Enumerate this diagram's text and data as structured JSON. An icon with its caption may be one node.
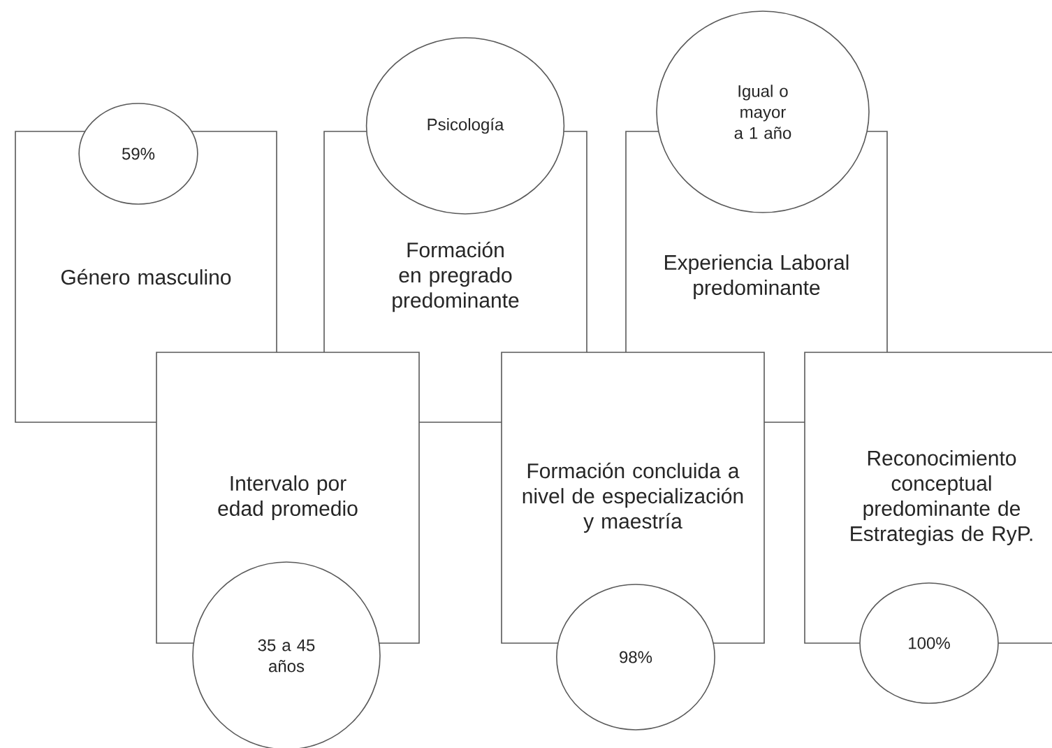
{
  "diagram": {
    "nodes": [
      {
        "text": [
          "Género masculino"
        ]
      },
      {
        "text": [
          "59%"
        ]
      },
      {
        "text": [
          "Formación en pregrado predominante"
        ]
      },
      {
        "text": [
          "Psicología"
        ]
      },
      {
        "text": [
          "Experiencia Laboral predominante"
        ]
      },
      {
        "text": [
          "Igual o mayor a 1 año"
        ]
      },
      {
        "text": [
          "Intervalo por edad promedio"
        ]
      },
      {
        "text": [
          "35 a 45 años"
        ]
      },
      {
        "text": [
          "Formación concluida a nivel de especialización y maestría"
        ]
      },
      {
        "text": [
          "98%"
        ]
      },
      {
        "text": [
          "Reconocimiento conceptual predominante de Estrategias de RyP."
        ]
      },
      {
        "text": [
          "100%"
        ]
      }
    ]
  }
}
